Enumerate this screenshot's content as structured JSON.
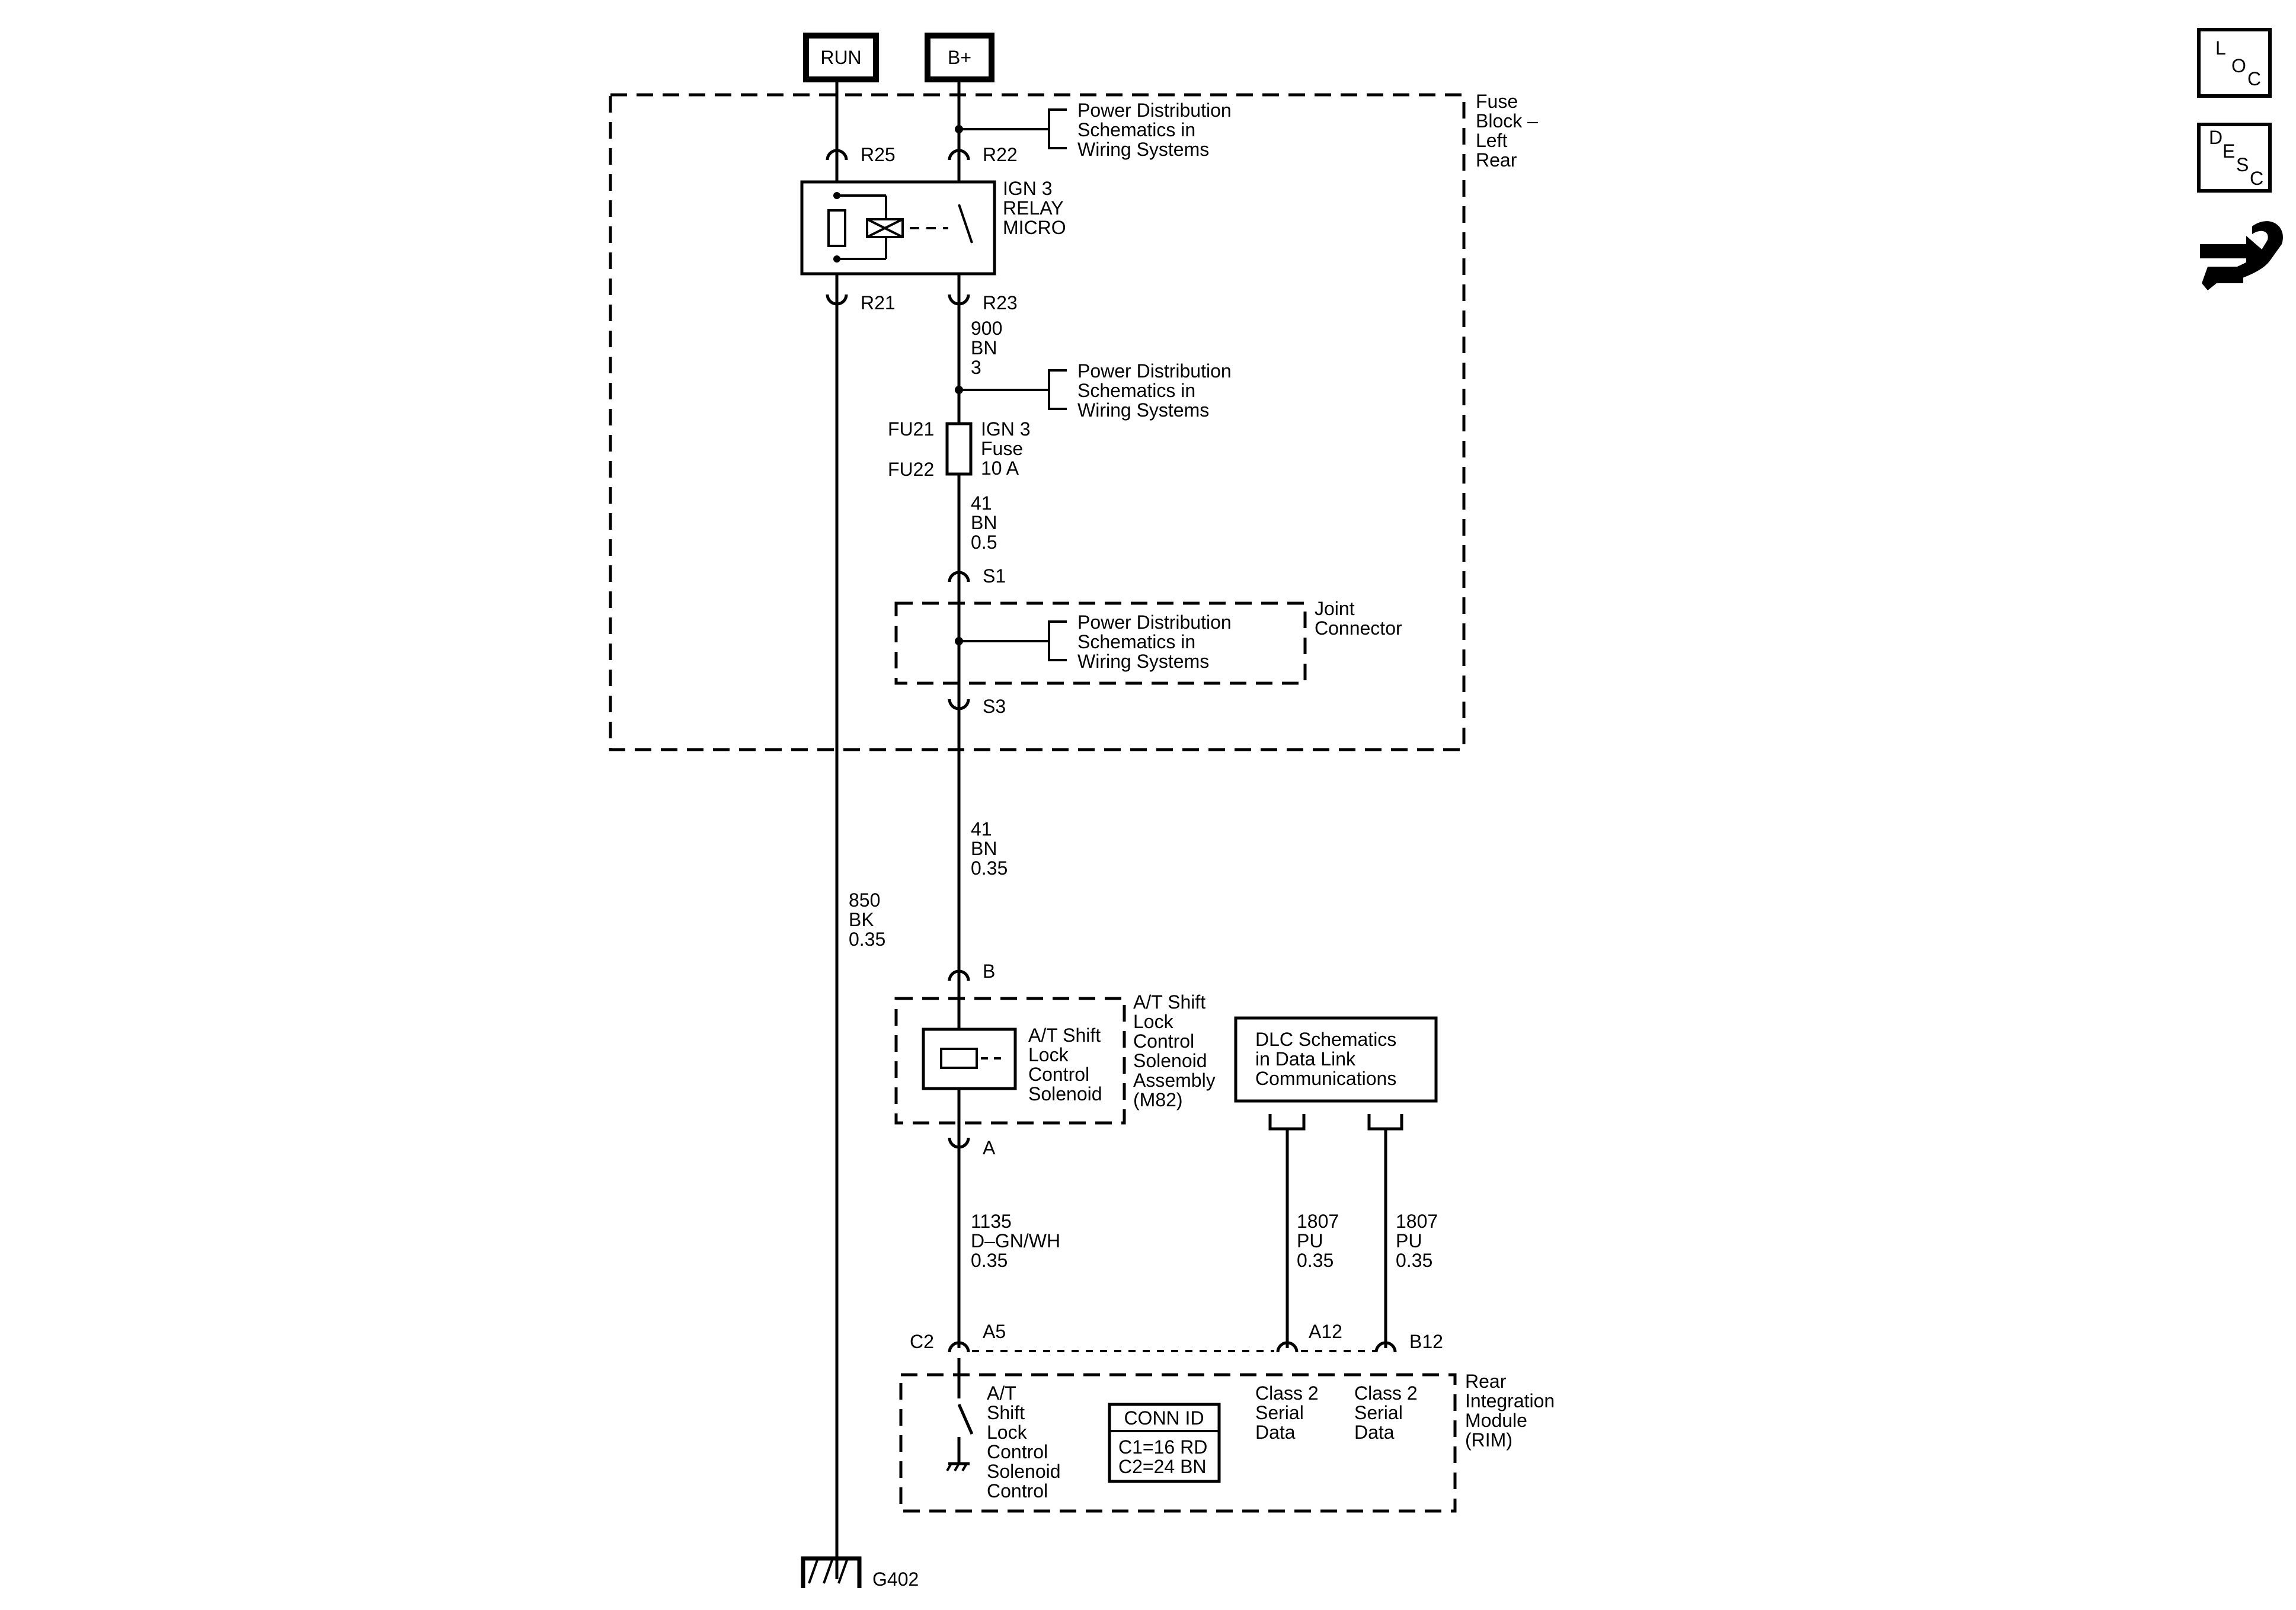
{
  "sources": {
    "run": "RUN",
    "bplus": "B+"
  },
  "fuse_block": {
    "title": [
      "Fuse",
      "Block –",
      "Left",
      "Rear"
    ]
  },
  "relay": {
    "name": [
      "IGN 3",
      "RELAY",
      "MICRO"
    ],
    "pins": {
      "r25": "R25",
      "r22": "R22",
      "r21": "R21",
      "r23": "R23"
    }
  },
  "power_dist_ref": [
    "Power Distribution",
    "Schematics in",
    "Wiring Systems"
  ],
  "wire_900": [
    "900",
    "BN",
    "3"
  ],
  "fuse": {
    "pin_top": "FU21",
    "pin_bottom": "FU22",
    "name": [
      "IGN 3",
      "Fuse",
      "10 A"
    ]
  },
  "wire_41_a": [
    "41",
    "BN",
    "0.5"
  ],
  "joint": {
    "s1": "S1",
    "s3": "S3",
    "title": [
      "Joint",
      "Connector"
    ]
  },
  "wire_41_b": [
    "41",
    "BN",
    "0.35"
  ],
  "wire_850": [
    "850",
    "BK",
    "0.35"
  ],
  "solenoid": {
    "pin_b": "B",
    "pin_a": "A",
    "inner": [
      "A/T Shift",
      "Lock",
      "Control",
      "Solenoid"
    ],
    "title": [
      "A/T Shift",
      "Lock",
      "Control",
      "Solenoid",
      "Assembly",
      "(M82)"
    ]
  },
  "dlc": {
    "text": [
      "DLC Schematics",
      "in Data Link",
      "Communications"
    ]
  },
  "wire_1135": [
    "1135",
    "D–GN/WH",
    "0.35"
  ],
  "wire_1807_a": [
    "1807",
    "PU",
    "0.35"
  ],
  "wire_1807_b": [
    "1807",
    "PU",
    "0.35"
  ],
  "rim": {
    "c2": "C2",
    "a5": "A5",
    "a12": "A12",
    "b12": "B12",
    "switch_label": [
      "A/T",
      "Shift",
      "Lock",
      "Control",
      "Solenoid",
      "Control"
    ],
    "class2_a": [
      "Class 2",
      "Serial",
      "Data"
    ],
    "class2_b": [
      "Class 2",
      "Serial",
      "Data"
    ],
    "title": [
      "Rear",
      "Integration",
      "Module",
      "(RIM)"
    ],
    "conn_id": {
      "title": "CONN ID",
      "c1": "C1=16 RD",
      "c2": "C2=24 BN"
    }
  },
  "ground": {
    "label": "G402"
  },
  "side_icons": {
    "loc": [
      "L",
      "O",
      "C"
    ],
    "desc": [
      "D",
      "E",
      "S",
      "C"
    ],
    "wrench": "wrench-arrows-icon"
  }
}
